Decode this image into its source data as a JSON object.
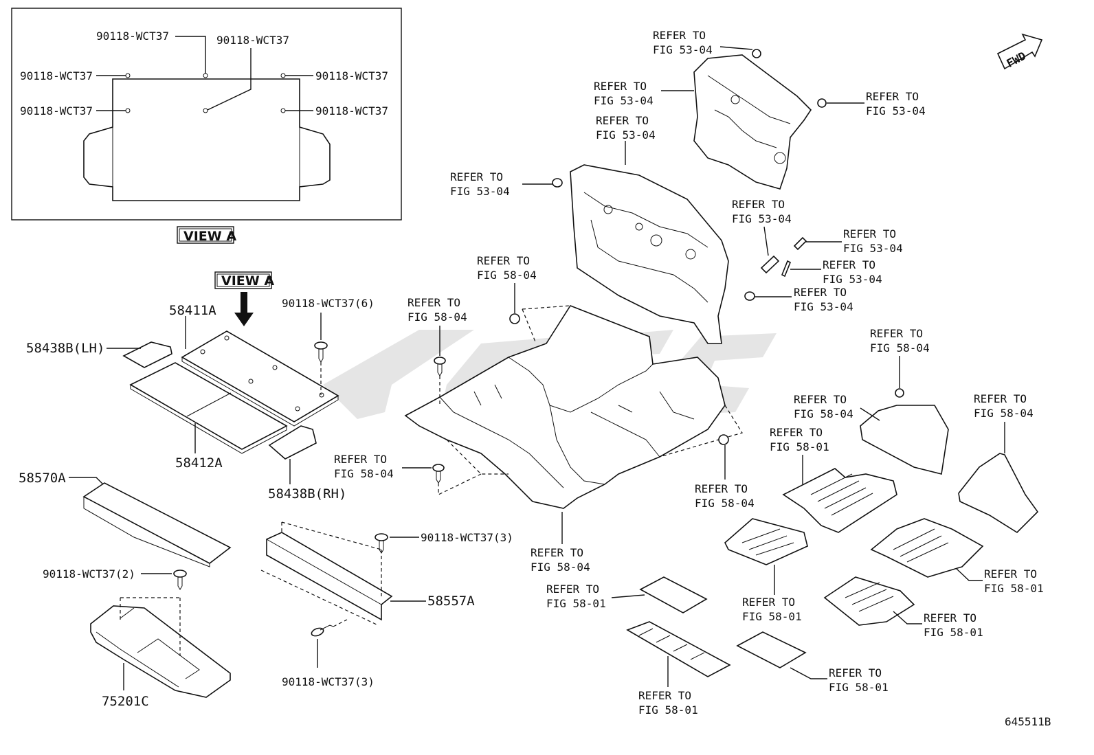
{
  "inset": {
    "clips": {
      "top_center": "90118-WCT37",
      "top_right_center": "90118-WCT37",
      "left_upper": "90118-WCT37",
      "left_lower": "90118-WCT37",
      "right_upper": "90118-WCT37",
      "right_lower": "90118-WCT37"
    },
    "view_label": "VIEW A"
  },
  "view_a_arrow_label": "VIEW A",
  "parts": {
    "p58411A": "58411A",
    "p58438B_LH": "58438B(LH)",
    "p58412A": "58412A",
    "p58438B_RH": "58438B(RH)",
    "p58570A": "58570A",
    "p75201C": "75201C",
    "p58557A": "58557A",
    "clip6": "90118-WCT37(6)",
    "clip3a": "90118-WCT37(3)",
    "clip3b": "90118-WCT37(3)",
    "clip2": "90118-WCT37(2)"
  },
  "refer_to": "REFER TO",
  "figs": {
    "f5304": "FIG 53-04",
    "f5804": "FIG 58-04",
    "f5801": "FIG 58-01"
  },
  "fwd_label": "FWD",
  "diagram_id": "645511B"
}
